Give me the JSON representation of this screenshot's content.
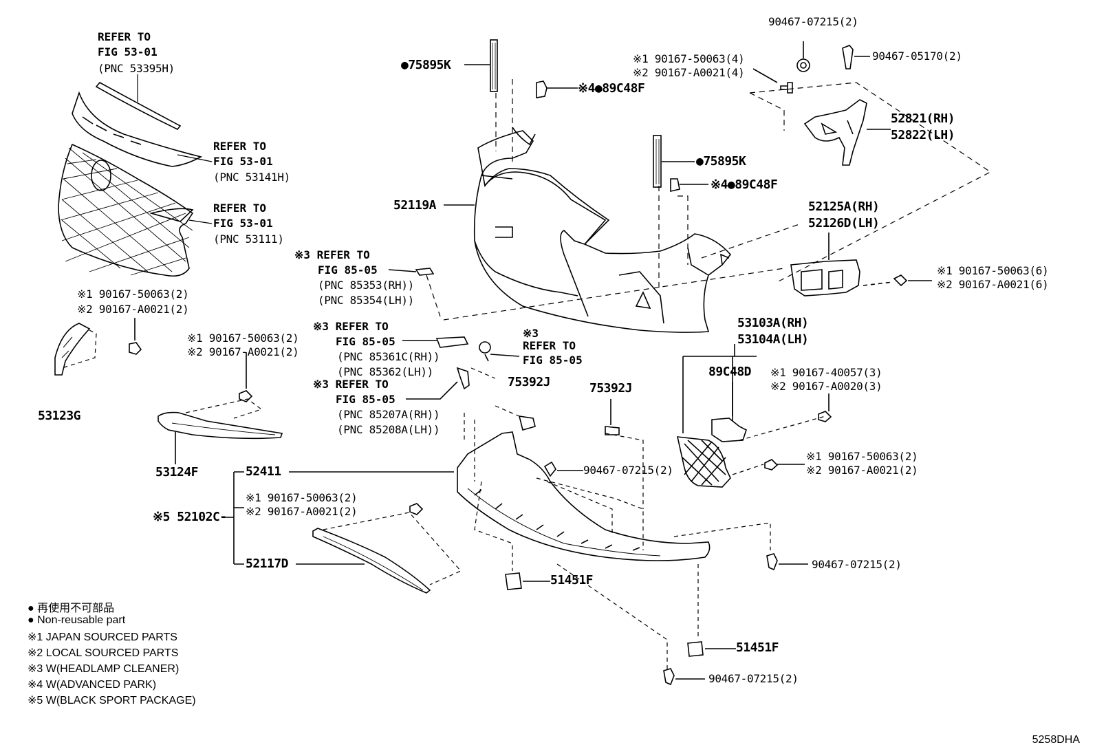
{
  "refs": {
    "r1": {
      "l1": "REFER TO",
      "l2": "FIG 53-01",
      "l3": "(PNC 53395H)"
    },
    "r2": {
      "l1": "REFER TO",
      "l2": "FIG 53-01",
      "l3": "(PNC 53141H)"
    },
    "r3": {
      "l1": "REFER TO",
      "l2": "FIG 53-01",
      "l3": "(PNC 53111)"
    },
    "r4": {
      "l1": "※3 REFER TO",
      "l2": "FIG 85-05",
      "l3": "(PNC 85353(RH))",
      "l4": "(PNC 85354(LH))"
    },
    "r5": {
      "l1": "※3 REFER TO",
      "l2": "FIG 85-05",
      "l3": "(PNC 85361C(RH))",
      "l4": "(PNC 85362(LH))"
    },
    "r6": {
      "l1": "※3",
      "l2": "REFER TO",
      "l3": "FIG 85-05"
    },
    "r7": {
      "l1": "※3 REFER TO",
      "l2": "FIG 85-05",
      "l3": "(PNC 85207A(RH))",
      "l4": "(PNC 85208A(LH))"
    }
  },
  "parts": {
    "p75895K_1": "●75895K",
    "p75895K_2": "●75895K",
    "p89C48F_1": "※4●89C48F",
    "p89C48F_2": "※4●89C48F",
    "p52119A": "52119A",
    "p90467_07215_top": "90467-07215(2)",
    "p90467_05170": "90467-05170(2)",
    "p52821": "52821(RH)",
    "p52822": "52822(LH)",
    "p52125A": "52125A(RH)",
    "p52126D": "52126D(LH)",
    "bolt_top_1": "※1 90167-50063(4)",
    "bolt_top_2": "※2 90167-A0021(4)",
    "bolt_right_1": "※1 90167-50063(6)",
    "bolt_right_2": "※2 90167-A0021(6)",
    "bolt_left_1": "※1 90167-50063(2)",
    "bolt_left_2": "※2 90167-A0021(2)",
    "p53123G": "53123G",
    "bolt_mid_1": "※1 90167-50063(2)",
    "bolt_mid_2": "※2 90167-A0021(2)",
    "p53124F": "53124F",
    "p53103A": "53103A(RH)",
    "p53104A": "53104A(LH)",
    "p89C48D": "89C48D",
    "bolt_fog_1": "※1 90167-40057(3)",
    "bolt_fog_2": "※2 90167-A0020(3)",
    "bolt_fog2_1": "※1 90167-50063(2)",
    "bolt_fog2_2": "※2 90167-A0021(2)",
    "p75392J_1": "75392J",
    "p75392J_2": "75392J",
    "p90467_07215_mid": "90467-07215(2)",
    "p52411": "52411",
    "p52102C": "※5 52102C-",
    "bolt_low_1": "※1 90167-50063(2)",
    "bolt_low_2": "※2 90167-A0021(2)",
    "p52117D": "52117D",
    "p51451F_1": "51451F",
    "p51451F_2": "51451F",
    "p90467_07215_r": "90467-07215(2)",
    "p90467_07215_b": "90467-07215(2)"
  },
  "legend": {
    "items": [
      "● 再使用不可部品",
      "● Non-reusable part",
      "※1 JAPAN SOURCED PARTS",
      "※2 LOCAL SOURCED PARTS",
      "※3 W(HEADLAMP CLEANER)",
      "※4 W(ADVANCED PARK)",
      "※5 W(BLACK SPORT PACKAGE)"
    ]
  },
  "code": "5258DHA"
}
